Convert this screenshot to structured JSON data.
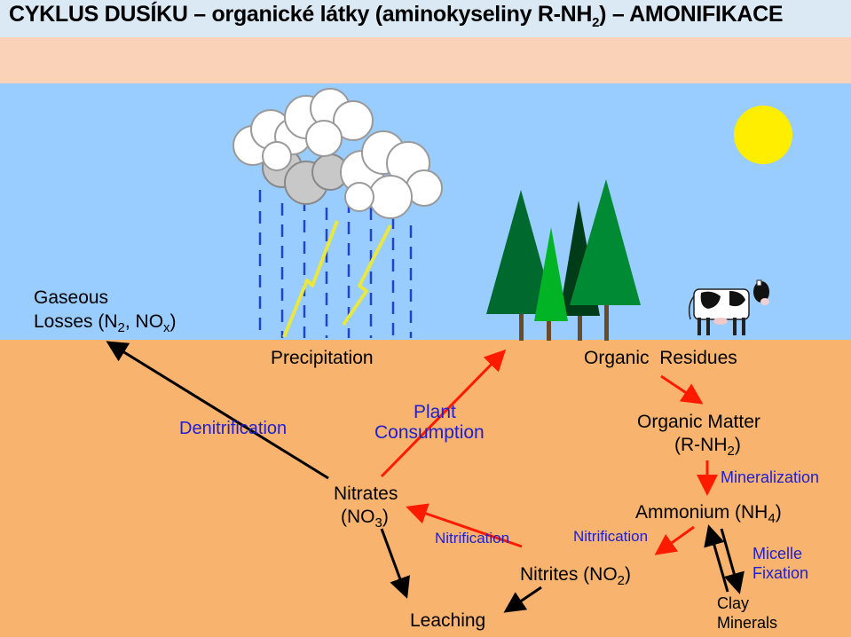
{
  "title": {
    "main": "CYKLUS DUSÍKU – organické látky (aminokyseliny R-NH",
    "sub": "2",
    "tail": ") – AMONIFIKACE"
  },
  "colors": {
    "sky": "#99ccff",
    "soil": "#f8b36e",
    "band": "#f9d2b8",
    "arrow_black": "#000000",
    "arrow_red": "#ff1a00",
    "process_blue": "#2020cc",
    "sun": "#ffee00",
    "lightning": "#e8e840"
  },
  "icons": [
    "cloud-icon",
    "sun-icon",
    "tree-icon",
    "cow-icon",
    "lightning-icon",
    "rain-icon"
  ],
  "labels": {
    "gaseous_line1": "Gaseous",
    "gaseous_line2_a": "Losses (N",
    "gaseous_line2_sub1": "2",
    "gaseous_line2_b": ", NO",
    "gaseous_line2_sub2": "x",
    "gaseous_line2_c": ")",
    "precipitation": "Precipitation",
    "organic_residues": "Organic  Residues",
    "organic_matter_line1": "Organic Matter",
    "organic_matter_line2_a": "(R-NH",
    "organic_matter_line2_sub": "2",
    "organic_matter_line2_b": ")",
    "ammonium_a": "Ammonium (NH",
    "ammonium_sub": "4",
    "ammonium_b": ")",
    "nitrates_line1": "Nitrates",
    "nitrates_line2_a": "(NO",
    "nitrates_line2_sub": "3",
    "nitrates_line2_b": ")",
    "nitrites_a": "Nitrites (NO",
    "nitrites_sub": "2",
    "nitrites_b": ")",
    "leaching": "Leaching",
    "clay_line1": "Clay",
    "clay_line2": "Minerals"
  },
  "processes": {
    "denitrification": "Denitrification",
    "plant_line1": "Plant",
    "plant_line2": "Consumption",
    "mineralization": "Mineralization",
    "nitrification_left": "Nitrification",
    "nitrification_right": "Nitrification",
    "micelle_line1": "Micelle",
    "micelle_line2": "Fixation"
  }
}
